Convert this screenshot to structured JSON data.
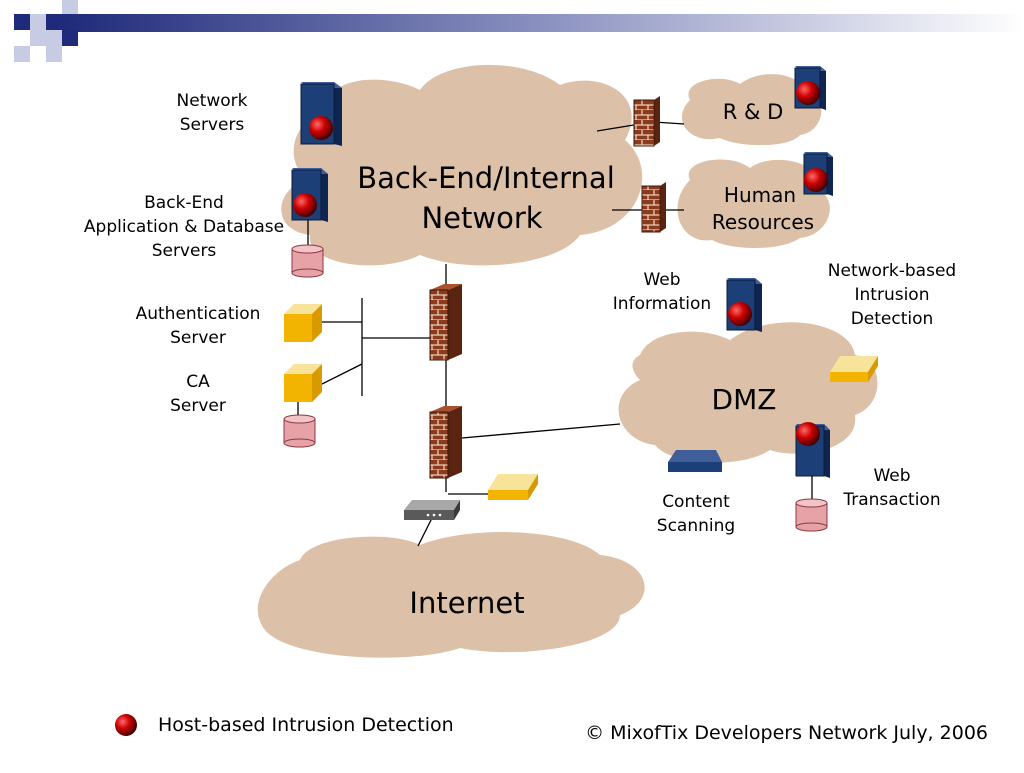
{
  "colors": {
    "cloud": "#dcc1a8",
    "server_body": "#1d3f78",
    "server_side": "#0e2550",
    "ids_dot": "#cc0000",
    "db_body": "#e7a2a8",
    "firewall": "#8b3a1e",
    "auth_box": "#f2b400",
    "banner_dark": "#1f2a7a"
  },
  "icons": {
    "server": "server-tower-icon",
    "firewall": "brick-firewall-icon",
    "database": "database-cylinder-icon",
    "auth_box": "auth-box-icon",
    "sensor": "ids-sensor-icon",
    "router": "router-icon",
    "scanner": "content-scanner-icon",
    "host_ids": "host-ids-dot-icon"
  },
  "clouds": {
    "internal": [
      "Back-End/Internal",
      "Network"
    ],
    "rnd": "R & D",
    "hr": [
      "Human",
      "Resources"
    ],
    "dmz": "DMZ",
    "internet": "Internet"
  },
  "labels": {
    "network_servers": [
      "Network",
      "Servers"
    ],
    "backend_servers": [
      "Back-End",
      "Application & Database",
      "Servers"
    ],
    "auth_server": [
      "Authentication",
      "Server"
    ],
    "ca_server": [
      "CA",
      "Server"
    ],
    "web_information": [
      "Web",
      "Information"
    ],
    "network_ids": [
      "Network-based",
      "Intrusion",
      "Detection"
    ],
    "content_scanning": [
      "Content",
      "Scanning"
    ],
    "web_transaction": [
      "Web",
      "Transaction"
    ]
  },
  "legend": {
    "host_ids": "Host-based Intrusion Detection"
  },
  "footer": {
    "copyright": "© MixofTix Developers Network July, 2006"
  }
}
